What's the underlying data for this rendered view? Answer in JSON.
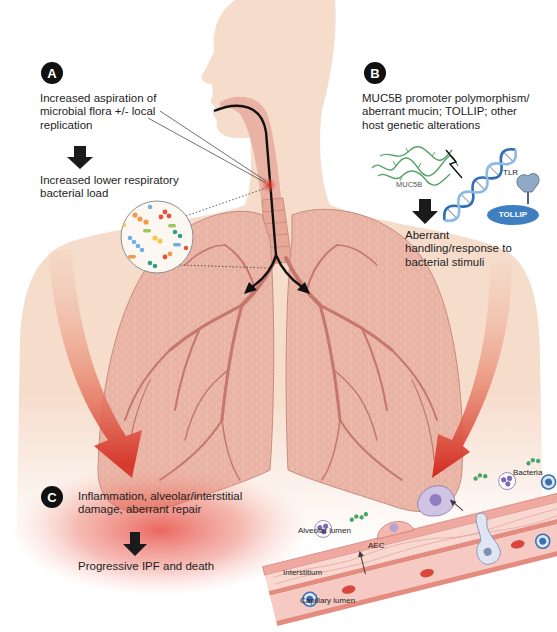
{
  "diagram": {
    "nodes": [
      {
        "text": [
          "A"
        ]
      },
      {
        "text": [
          "B"
        ]
      },
      {
        "text": [
          "TOLLIP"
        ]
      },
      {
        "text": [
          "C"
        ]
      }
    ],
    "labels": [
      "Increased aspiration of microbial flora +/- local replication",
      "Increased lower respiratory bacterial load",
      "MUC5B promoter polymorphism/ aberrant mucin; TOLLIP; other host genetic alterations",
      "MUC5B",
      "TLR",
      "Aberrant handling/response to bacterial stimuli",
      "Inflammation, alveolar/interstitial damage, aberrant repair",
      "Progressive IPF and death",
      "Alveolar lumen",
      "Bacteria",
      "AEC",
      "Interstitium",
      "Capillary lumen"
    ]
  }
}
